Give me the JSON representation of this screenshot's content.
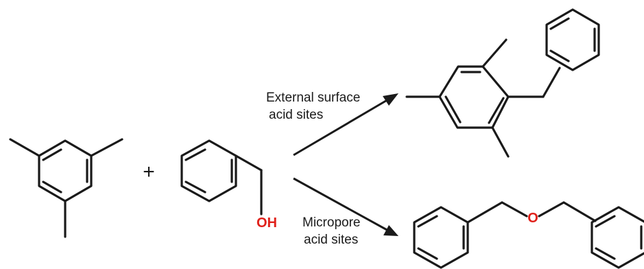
{
  "reaction": {
    "plus": "+",
    "oh_label": "OH",
    "oh_color": "#e0201a",
    "ether_oxygen": "O",
    "ether_oxygen_color": "#e0201a",
    "upper_condition": [
      "External surface",
      "acid sites"
    ],
    "lower_condition": [
      "Micropore",
      "acid sites"
    ]
  },
  "molecules": {
    "reactant_1": "mesitylene",
    "reactant_2": "benzyl alcohol",
    "product_upper": "benzylmesitylene",
    "product_lower": "dibenzyl ether"
  }
}
